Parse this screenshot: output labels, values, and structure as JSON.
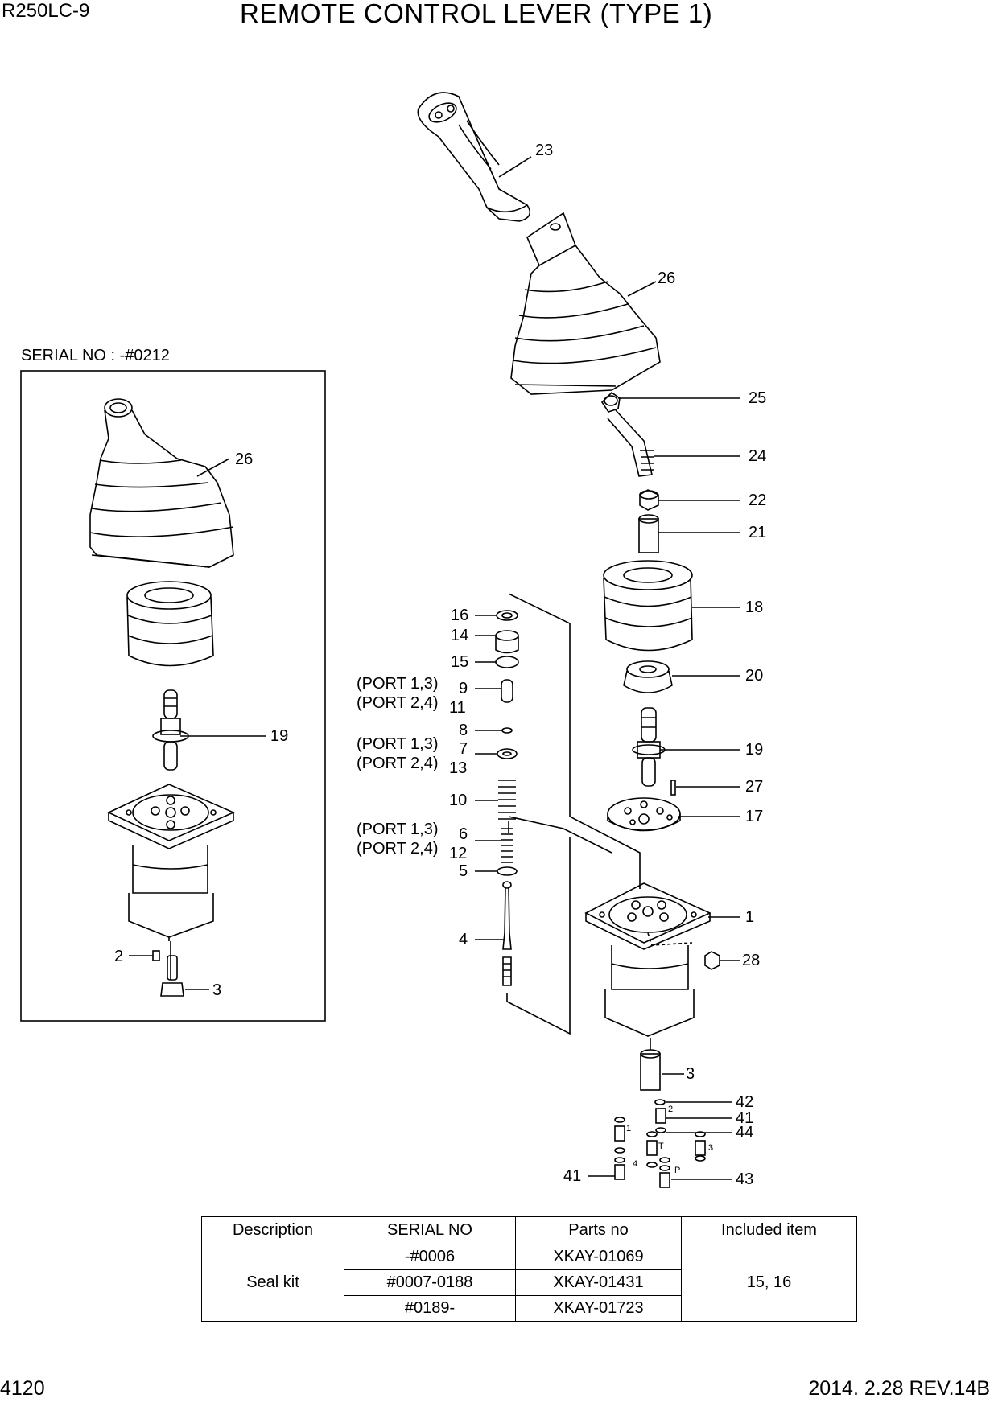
{
  "header": {
    "model": "R250LC-9",
    "title": "REMOTE CONTROL LEVER (TYPE 1)"
  },
  "inset": {
    "serial_note": "SERIAL NO : -#0212",
    "callouts": [
      "26",
      "19",
      "2",
      "3"
    ]
  },
  "main_callouts": {
    "c23": "23",
    "c26": "26",
    "c25": "25",
    "c24": "24",
    "c22": "22",
    "c21": "21",
    "c18": "18",
    "c20": "20",
    "c19": "19",
    "c27": "27",
    "c17": "17",
    "c1": "1",
    "c28": "28",
    "c3": "3",
    "c42": "42",
    "c41a": "41",
    "c44": "44",
    "c43": "43",
    "c41b": "41",
    "c16": "16",
    "c14": "14",
    "c15": "15",
    "c9": "9",
    "c11": "11",
    "c8": "8",
    "c7": "7",
    "c13": "13",
    "c10": "10",
    "c6": "6",
    "c12": "12",
    "c5": "5",
    "c4": "4"
  },
  "port_labels": {
    "p13a": "(PORT 1,3)",
    "p24a": "(PORT 2,4)",
    "p13b": "(PORT 1,3)",
    "p24b": "(PORT 2,4)",
    "p13c": "(PORT 1,3)",
    "p24c": "(PORT 2,4)"
  },
  "port_marks": {
    "m1": "1",
    "m2": "2",
    "m3": "3",
    "m4": "4",
    "mT": "T",
    "mP": "P"
  },
  "kit_table": {
    "headers": [
      "Description",
      "SERIAL NO",
      "Parts no",
      "Included item"
    ],
    "description": "Seal kit",
    "rows": [
      {
        "serial": "-#0006",
        "part": "XKAY-01069"
      },
      {
        "serial": "#0007-0188",
        "part": "XKAY-01431"
      },
      {
        "serial": "#0189-",
        "part": "XKAY-01723"
      }
    ],
    "included": "15, 16"
  },
  "footer": {
    "page": "4120",
    "date_rev": "2014. 2.28  REV.14B"
  }
}
